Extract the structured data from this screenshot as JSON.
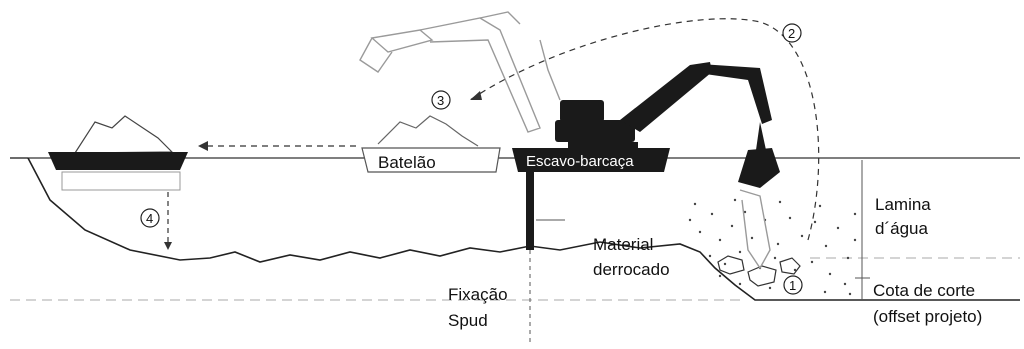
{
  "labels": {
    "batelao": "Batelão",
    "escavo_barcaca": "Escavo-barcaça",
    "lamina_line1": "Lamina",
    "lamina_line2": "d´água",
    "material_line1": "Material",
    "material_line2": "derrocado",
    "fixacao_line1": "Fixação",
    "fixacao_line2": "Spud",
    "cota_line1": "Cota de corte",
    "cota_line2": "(offset projeto)"
  },
  "steps": [
    "1",
    "2",
    "3",
    "4"
  ],
  "colors": {
    "ink": "#111111",
    "ghost": "#9a9a9a",
    "hull": "#1a1a1a"
  }
}
